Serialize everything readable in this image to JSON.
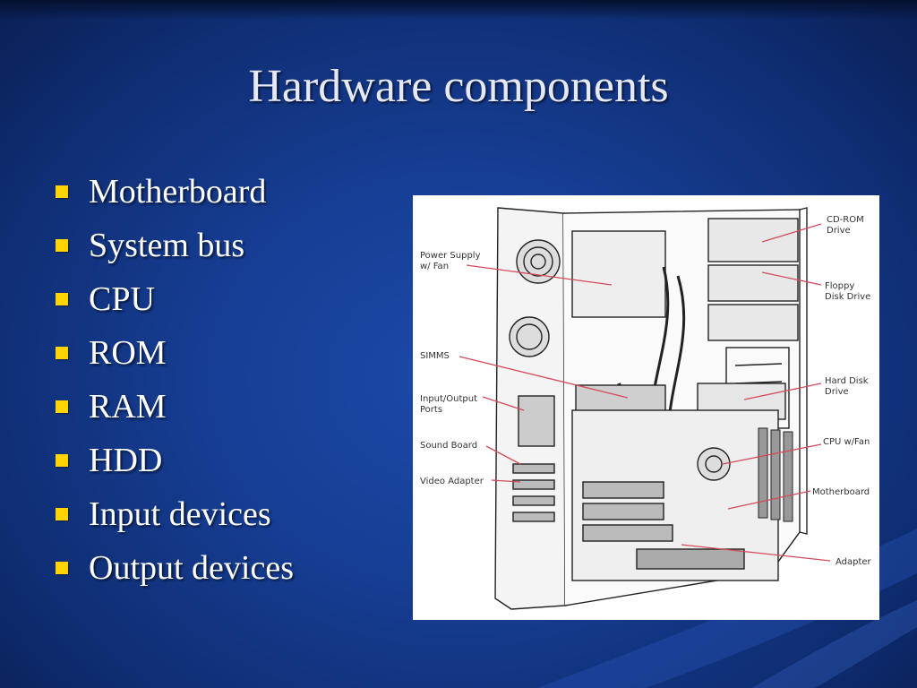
{
  "slide": {
    "title": "Hardware components",
    "bullets": [
      "Motherboard",
      "System bus",
      "CPU",
      "ROM",
      "RAM",
      "HDD",
      "Input devices",
      "Output devices"
    ]
  },
  "figure": {
    "labels_left": [
      "Power Supply",
      "w/ Fan",
      "SIMMS",
      "Input/Output",
      "Ports",
      "Sound Board",
      "Video Adapter"
    ],
    "labels_right": [
      "CD-ROM",
      "Drive",
      "Floppy",
      "Disk Drive",
      "Hard Disk",
      "Drive",
      "CPU w/Fan",
      "Motherboard",
      "Adapter"
    ]
  },
  "colors": {
    "background": "#163d93",
    "bullet": "#ffd400",
    "title_text": "#e6e8f4",
    "leader_line": "#d44a5a"
  }
}
